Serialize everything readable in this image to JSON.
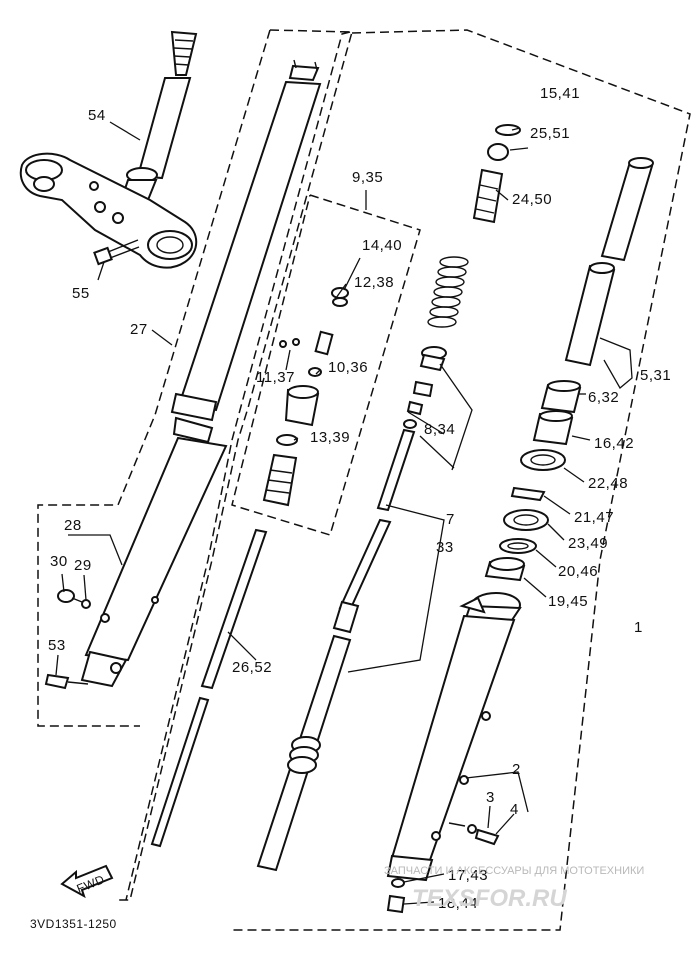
{
  "diagram": {
    "catalog_code": "3VD1351-1250",
    "fwd_label": "FWD",
    "watermark_text": "ЗАПЧАСТИ И АКСЕССУАРЫ ДЛЯ МОТОТЕХНИКИ",
    "watermark_brand": "TEXSFOR.RU",
    "callouts": {
      "c54": "54",
      "c55": "55",
      "c27": "27",
      "c28": "28",
      "c30": "30",
      "c29": "29",
      "c53": "53",
      "c26_52": "26,52",
      "c9_35": "9,35",
      "c14_40": "14,40",
      "c12_38": "12,38",
      "c11_37": "11,37",
      "c10_36": "10,36",
      "c13_39": "13,39",
      "c8_34": "8,34",
      "c7": "7",
      "c33": "33",
      "c15_41": "15,41",
      "c25_51": "25,51",
      "c24_50": "24,50",
      "c5_31": "5,31",
      "c6_32": "6,32",
      "c16_42": "16,42",
      "c22_48": "22,48",
      "c21_47": "21,47",
      "c23_49": "23,49",
      "c20_46": "20,46",
      "c19_45": "19,45",
      "c1": "1",
      "c2": "2",
      "c3": "3",
      "c4": "4",
      "c17_43": "17,43",
      "c18_44": "18,44"
    }
  }
}
